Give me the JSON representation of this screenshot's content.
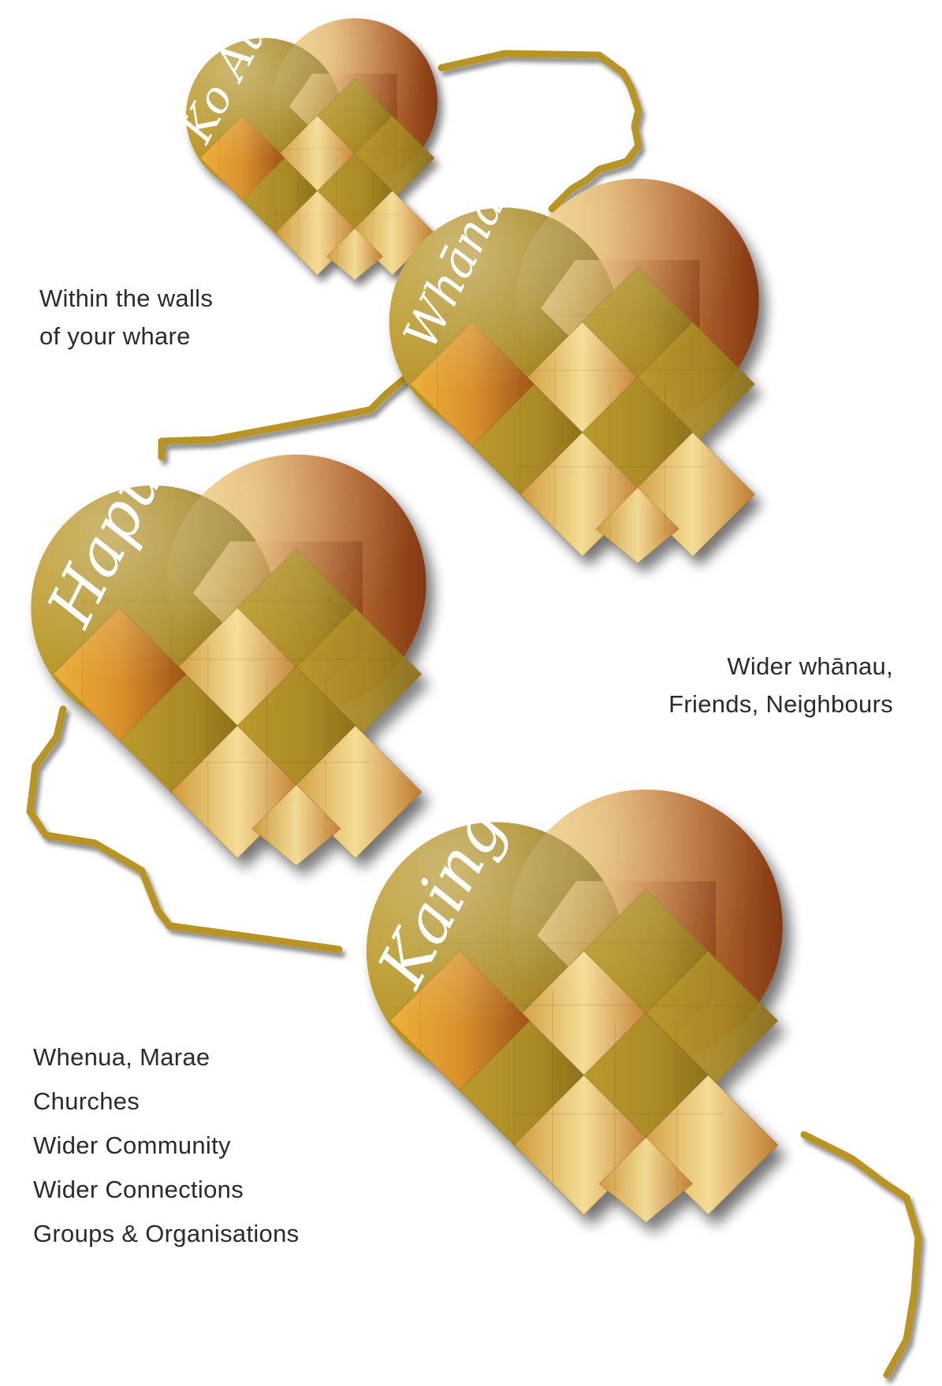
{
  "hearts": [
    {
      "id": "ko-au",
      "label": "Ko Au"
    },
    {
      "id": "whanau",
      "label": "Whānau"
    },
    {
      "id": "hapu",
      "label": "Hapu"
    },
    {
      "id": "kainga",
      "label": "Kainga"
    }
  ],
  "captions": {
    "ko_au": [
      "Within the walls",
      "of your whare"
    ],
    "whanau": [
      "Wider whānau,",
      "Friends, Neighbours"
    ],
    "kainga": [
      "Whenua, Marae",
      "Churches",
      "Wider Community",
      "Wider Connections",
      "Groups & Organisations"
    ]
  },
  "colors": {
    "cord": "#b89524",
    "olive_gold": "#b4952a",
    "light_gold": "#f6dc97",
    "copper": "#8e3e12",
    "text": "#2b2b2b",
    "label": "#ffffff"
  }
}
